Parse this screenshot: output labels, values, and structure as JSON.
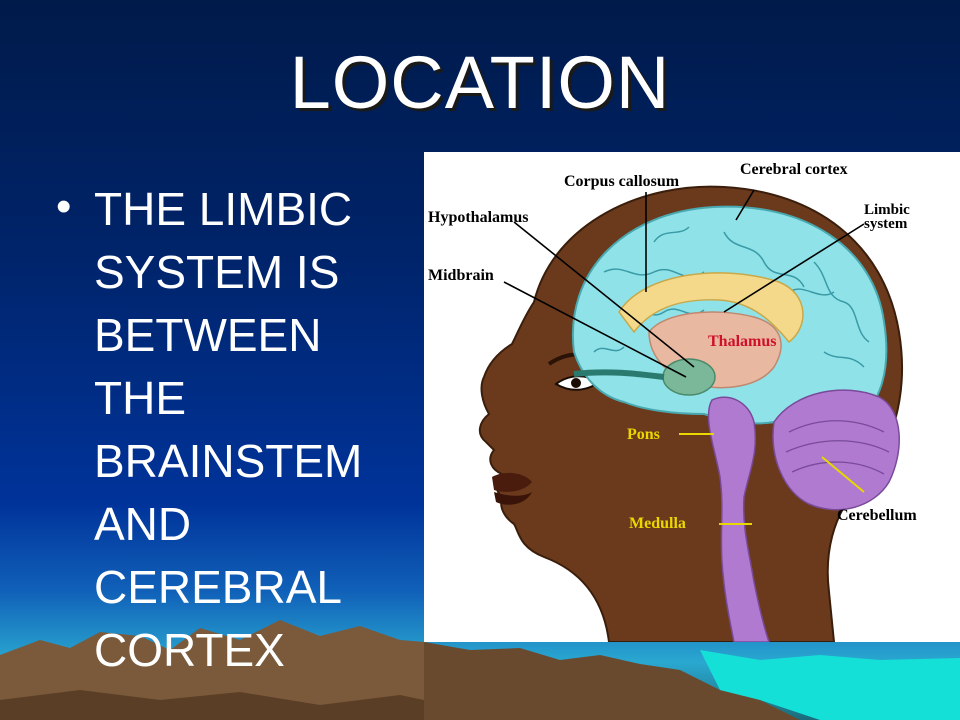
{
  "slide": {
    "title": "LOCATION",
    "bullet_symbol": "•",
    "bullet_lines": [
      "THE LIMBIC",
      "SYSTEM IS",
      "BETWEEN",
      "THE",
      "BRAINSTEM",
      "AND",
      "CEREBRAL",
      "CORTEX"
    ]
  },
  "diagram": {
    "labels": {
      "corpus_callosum": "Corpus callosum",
      "cerebral_cortex": "Cerebral cortex",
      "hypothalamus": "Hypothalamus",
      "limbic_1": "Limbic",
      "limbic_2": "system",
      "midbrain": "Midbrain",
      "thalamus": "Thalamus",
      "pons": "Pons",
      "medulla": "Medulla",
      "cerebellum": "Cerebellum"
    },
    "colors": {
      "skin": "#6b3a1c",
      "cortex": "#8fe3e8",
      "corpus_callosum": "#f5d98a",
      "thalamus_fill": "#e8b8a0",
      "brainstem": "#b07ad0",
      "thalamus_label": "#d0102a",
      "lower_label": "#e8d800"
    }
  }
}
